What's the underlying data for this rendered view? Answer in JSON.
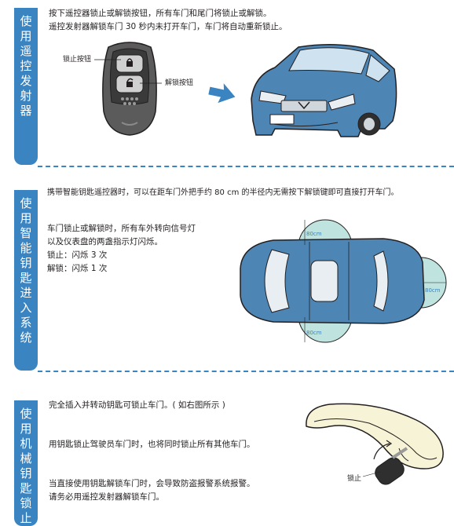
{
  "section1": {
    "tab_chars": [
      "使",
      "用",
      "遥",
      "控",
      "发",
      "射",
      "器"
    ],
    "line1": "按下遥控器锁止或解锁按钮，所有车门和尾门将锁止或解锁。",
    "line2": "遥控发射器解锁车门 30 秒内未打开车门，车门将自动重新锁止。",
    "label_lock": "锁止按钮",
    "label_unlock": "解锁按钮"
  },
  "section2": {
    "tab_chars": [
      "使",
      "用",
      "智",
      "能",
      "钥",
      "匙",
      "进",
      "入",
      "系",
      "统"
    ],
    "intro": "携带智能钥匙遥控器时，可以在距车门外把手约 80 cm 的半径内无需按下解锁键即可直接打开车门。",
    "desc1": "车门锁止或解锁时，所有车外转向信号灯",
    "desc2": "以及仪表盘的两盏指示灯闪烁。",
    "lock": "锁止：闪烁 3 次",
    "unlock": "解锁：闪烁 1 次",
    "radius_label": "80cm"
  },
  "section3": {
    "tab_chars": [
      "使",
      "用",
      "机",
      "械",
      "钥",
      "匙",
      "锁",
      "止"
    ],
    "line1": "完全插入并转动钥匙可锁止车门。( 如右图所示 )",
    "line2": "用钥匙锁止驾驶员车门时，也将同时锁止所有其他车门。",
    "line3": "当直接使用钥匙解锁车门时，会导致防盗报警系统报警。",
    "line4": "请务必用遥控发射器解锁车门。",
    "label_lock": "锁止"
  },
  "colors": {
    "accent": "#3a84c1",
    "car_body": "#4d86b5",
    "zone": "#bfe3df"
  }
}
